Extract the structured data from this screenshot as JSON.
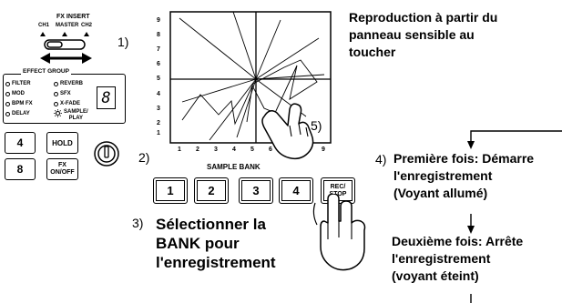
{
  "fx_insert": {
    "title": "FX INSERT",
    "ch1": "CH1",
    "master": "MASTER",
    "ch2": "CH2"
  },
  "step1": "1)",
  "effect_group": {
    "title": "EFFECT GROUP",
    "items": [
      "FILTER",
      "REVERB",
      "MOD",
      "SFX",
      "BPM FX",
      "X-FADE",
      "DELAY",
      "SAMPLE/\nPLAY"
    ],
    "display": "8"
  },
  "buttons": {
    "b4": "4",
    "hold": "HOLD",
    "b8": "8",
    "fx_onoff": "FX\nON/OFF"
  },
  "pad": {
    "y_ticks": [
      "9",
      "8",
      "7",
      "6",
      "5",
      "4",
      "3",
      "2",
      "1"
    ],
    "x_ticks": [
      "1",
      "2",
      "3",
      "4",
      "5",
      "6",
      "7",
      "8",
      "9"
    ],
    "step5": "5)"
  },
  "caption": "Reproduction à partir du\npanneau sensible au\ntoucher",
  "step2": "2)",
  "sample_bank": {
    "title": "SAMPLE BANK",
    "b1": "1",
    "b2": "2",
    "b3": "3",
    "b4": "4",
    "rec_stop": "REC/\nSTOP"
  },
  "step3": {
    "num": "3)",
    "text": "Sélectionner la\nBANK pour\nl'enregistrement"
  },
  "step4": {
    "num": "4)",
    "first": "Première fois: Démarre\nl'enregistrement\n(Voyant allumé)",
    "second": "Deuxième fois: Arrête\nl'enregistrement\n(voyant éteint)"
  }
}
